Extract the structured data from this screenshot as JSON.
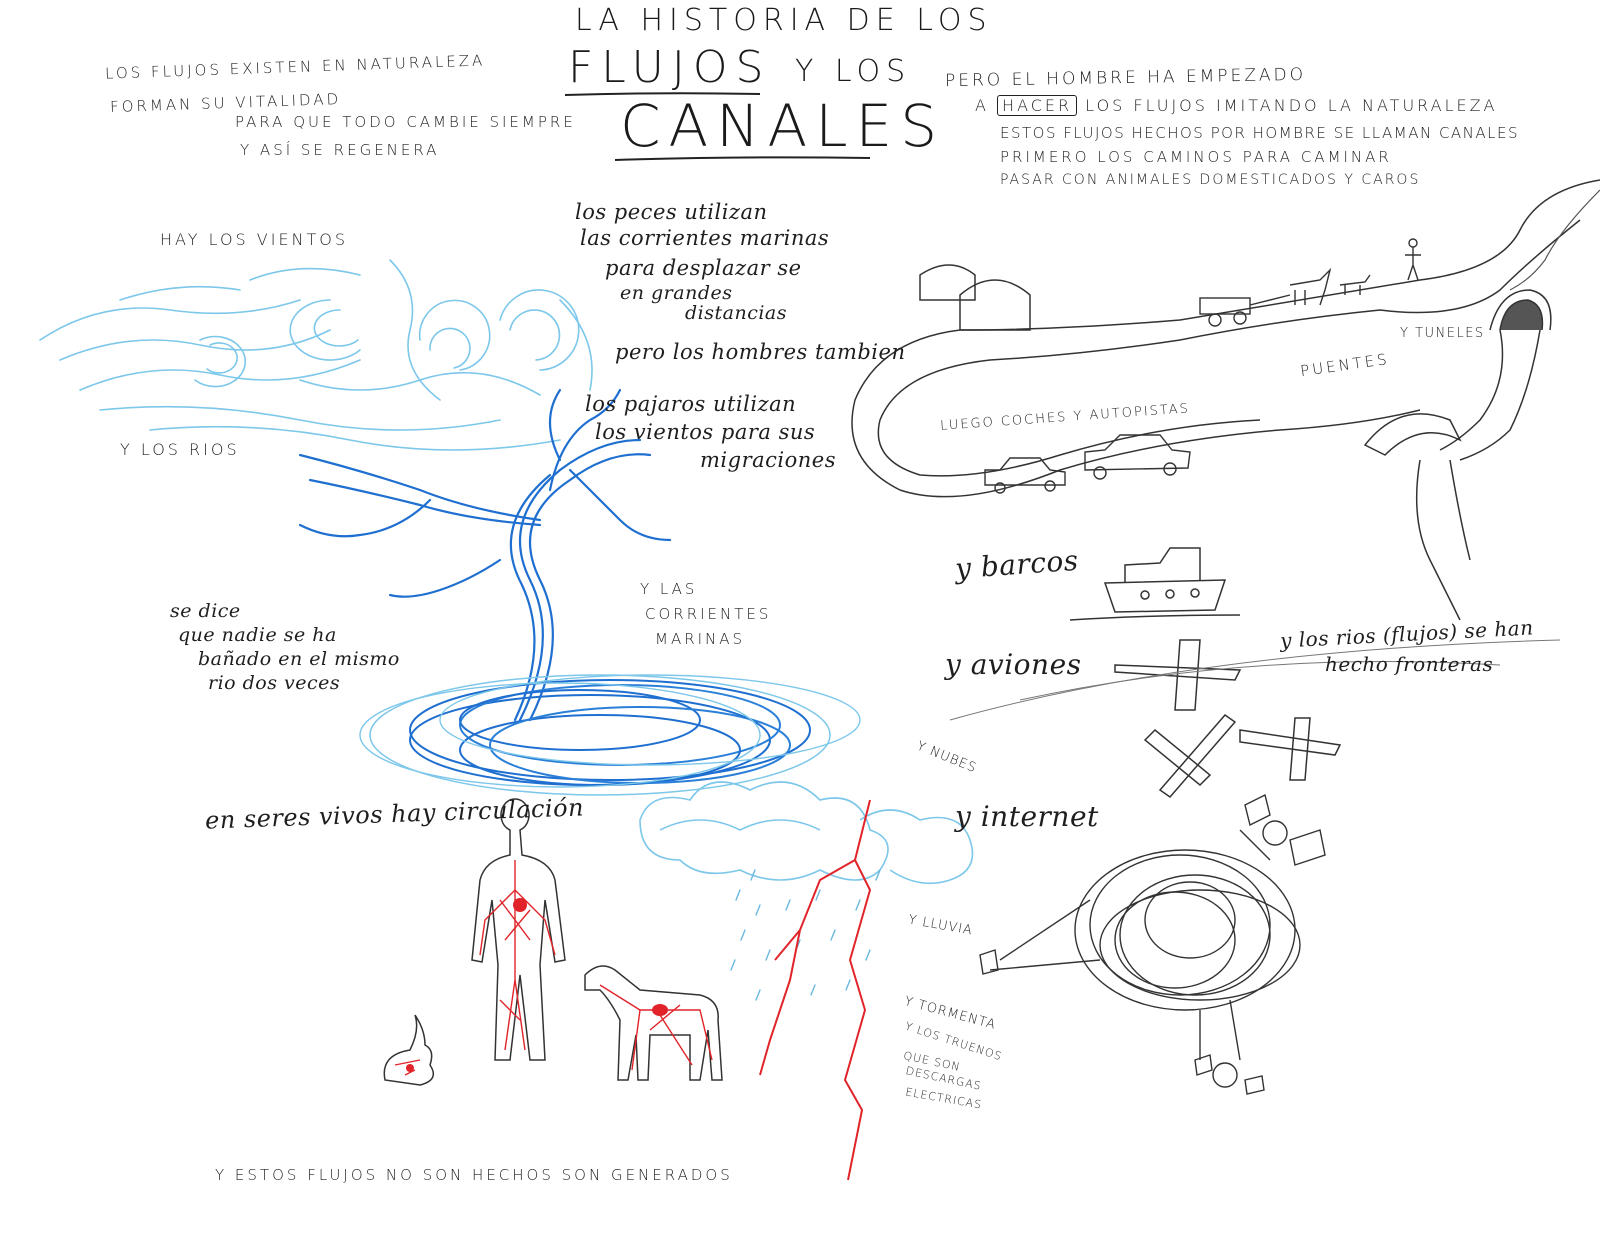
{
  "title": {
    "line1": "LA HISTORIA DE LOS",
    "line2a": "FLUJOS",
    "line2b": "Y LOS",
    "line3": "CANALES"
  },
  "intro": {
    "l1": "LOS FLUJOS EXISTEN EN NATURALEZA",
    "l2": "FORMAN SU VITALIDAD",
    "l3": "PARA QUE TODO CAMBIE SIEMPRE",
    "l4": "Y ASÍ SE REGENERA"
  },
  "right_intro": {
    "l1": "PERO EL HOMBRE HA EMPEZADO",
    "l2a": "A",
    "l2b": "HACER",
    "l2c": "LOS FLUJOS IMITANDO LA NATURALEZA",
    "l3": "ESTOS FLUJOS HECHOS POR HOMBRE SE LLAMAN CANALES",
    "l4": "PRIMERO LOS CAMINOS PARA CAMINAR",
    "l5": "PASAR CON ANIMALES DOMESTICADOS Y CAROS"
  },
  "labels": {
    "vientos": "HAY LOS VIENTOS",
    "rios": "Y LOS RIOS",
    "corrientes": [
      "Y LAS",
      "CORRIENTES",
      "MARINAS"
    ],
    "nubes": "Y NUBES",
    "lluvia": "Y LLUVIA",
    "tormenta": "Y TORMENTA",
    "truenos": [
      "Y LOS TRUENOS",
      "QUE SON",
      "DESCARGAS",
      "ELECTRICAS"
    ],
    "generados": "Y ESTOS FLUJOS NO SON HECHOS SON GENERADOS",
    "tuneles": "Y TUNELES",
    "puentes": "PUENTES",
    "coches": "LUEGO COCHES Y AUTOPISTAS"
  },
  "handwritten": {
    "peces": [
      "los peces utilizan",
      "las corrientes marinas",
      "para desplazar se",
      "en grandes",
      "distancias",
      "pero los hombres tambien"
    ],
    "pajaros": [
      "los pajaros utilizan",
      "los vientos para sus",
      "migraciones"
    ],
    "rio_dice": [
      "se dice",
      "que nadie se ha",
      "bañado en el mismo",
      "rio dos veces"
    ],
    "circulacion": "en seres vivos hay circulación",
    "barcos": "y barcos",
    "aviones": "y aviones",
    "fronteras": [
      "y los rios (flujos) se han",
      "hecho fronteras"
    ],
    "internet": "y internet"
  },
  "colors": {
    "light_blue": "#7cc7ea",
    "blue": "#1f6fd0",
    "red": "#e0242a",
    "pencil": "#333333"
  }
}
